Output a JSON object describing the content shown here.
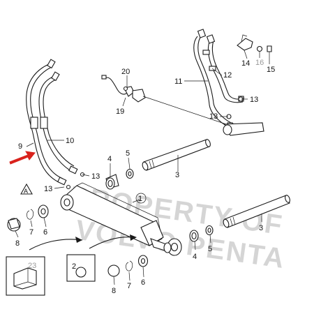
{
  "callouts": [
    {
      "id": "c1",
      "text": "1"
    },
    {
      "id": "c2",
      "text": "2"
    },
    {
      "id": "c3a",
      "text": "3"
    },
    {
      "id": "c3b",
      "text": "3"
    },
    {
      "id": "c4a",
      "text": "4"
    },
    {
      "id": "c4b",
      "text": "4"
    },
    {
      "id": "c5a",
      "text": "5"
    },
    {
      "id": "c5b",
      "text": "5"
    },
    {
      "id": "c6a",
      "text": "6"
    },
    {
      "id": "c6b",
      "text": "6"
    },
    {
      "id": "c7a",
      "text": "7"
    },
    {
      "id": "c7b",
      "text": "7"
    },
    {
      "id": "c8a",
      "text": "8"
    },
    {
      "id": "c8b",
      "text": "8"
    },
    {
      "id": "c9",
      "text": "9"
    },
    {
      "id": "c10",
      "text": "10"
    },
    {
      "id": "c11",
      "text": "11"
    },
    {
      "id": "c12",
      "text": "12"
    },
    {
      "id": "c13a",
      "text": "13"
    },
    {
      "id": "c13b",
      "text": "13"
    },
    {
      "id": "c13c",
      "text": "13"
    },
    {
      "id": "c13d",
      "text": "13"
    },
    {
      "id": "c14",
      "text": "14"
    },
    {
      "id": "c15",
      "text": "15"
    },
    {
      "id": "c16",
      "text": "16"
    },
    {
      "id": "c19",
      "text": "19"
    },
    {
      "id": "c20",
      "text": "20"
    },
    {
      "id": "c23",
      "text": "23"
    },
    {
      "id": "cA",
      "text": "A"
    }
  ],
  "watermark": {
    "line1": "PROPERTY OF",
    "line2": "VOLVO PENTA"
  },
  "colors": {
    "arrow": "#d9221c",
    "ink": "#1a1a1a",
    "watermark": "#000000"
  }
}
